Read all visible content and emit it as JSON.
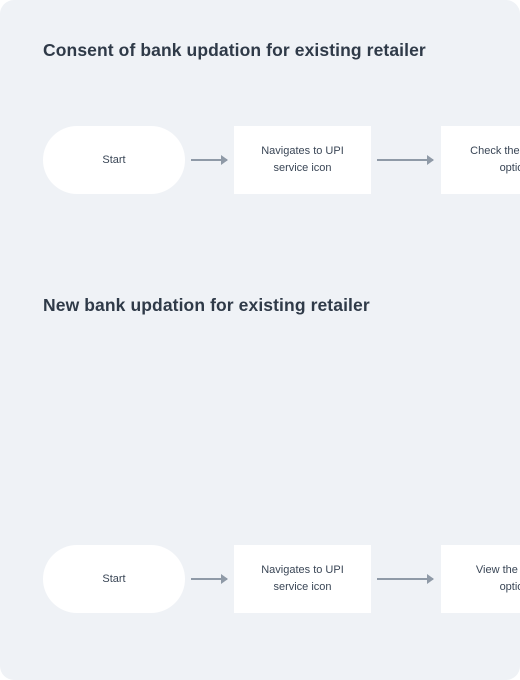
{
  "sections": [
    {
      "title": "Consent of bank updation for existing retailer",
      "steps": [
        {
          "label_lines": [
            "Start"
          ]
        },
        {
          "label_lines": [
            "Navigates to UPI",
            "service icon"
          ]
        },
        {
          "label_lines": [
            "Check the u",
            "optio"
          ]
        }
      ]
    },
    {
      "title": "New bank updation for existing retailer",
      "steps": [
        {
          "label_lines": [
            "Start"
          ]
        },
        {
          "label_lines": [
            "Navigates to UPI",
            "service icon"
          ]
        },
        {
          "label_lines": [
            "View the u",
            "optio"
          ]
        }
      ]
    }
  ],
  "colors": {
    "background": "#eff2f6",
    "node_fill": "#ffffff",
    "arrow": "#8f9aa7",
    "title_text": "#2f3a48",
    "node_text": "#3a4656"
  }
}
